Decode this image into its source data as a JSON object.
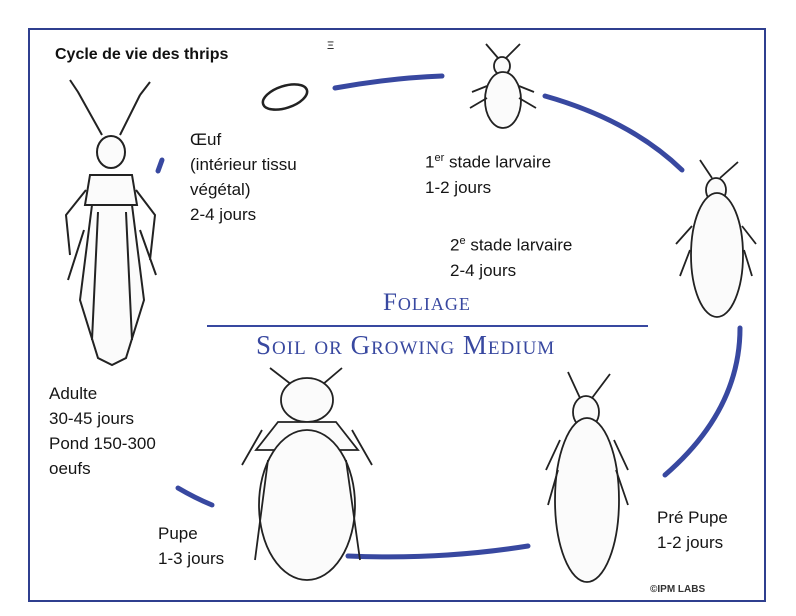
{
  "diagram": {
    "title": "Cycle de vie des thrips",
    "marker": "Ξ",
    "zones": {
      "above": "Foliage",
      "below": "Soil or Growing Medium"
    },
    "stages": {
      "egg": {
        "line1": "Œuf",
        "line2": "(intérieur tissu",
        "line3": "végétal)",
        "duration": "2-4 jours"
      },
      "larva1": {
        "ordinal": "1",
        "ordinal_sup": "er",
        "name": " stade larvaire",
        "duration": "1-2 jours"
      },
      "larva2": {
        "ordinal": "2",
        "ordinal_sup": "e",
        "name": " stade larvaire",
        "duration": "2-4 jours"
      },
      "prepupa": {
        "name": "Pré Pupe",
        "duration": "1-2 jours"
      },
      "pupa": {
        "name": "Pupe",
        "duration": "1-3 jours"
      },
      "adult": {
        "name": "Adulte",
        "duration": "30-45 jours",
        "note1": "Pond 150-300",
        "note2": "oeufs"
      }
    },
    "credit": "©IPM LABS",
    "colors": {
      "cycle": "#3848a0",
      "frame": "#2f3f8f",
      "insect": "#222222"
    }
  }
}
